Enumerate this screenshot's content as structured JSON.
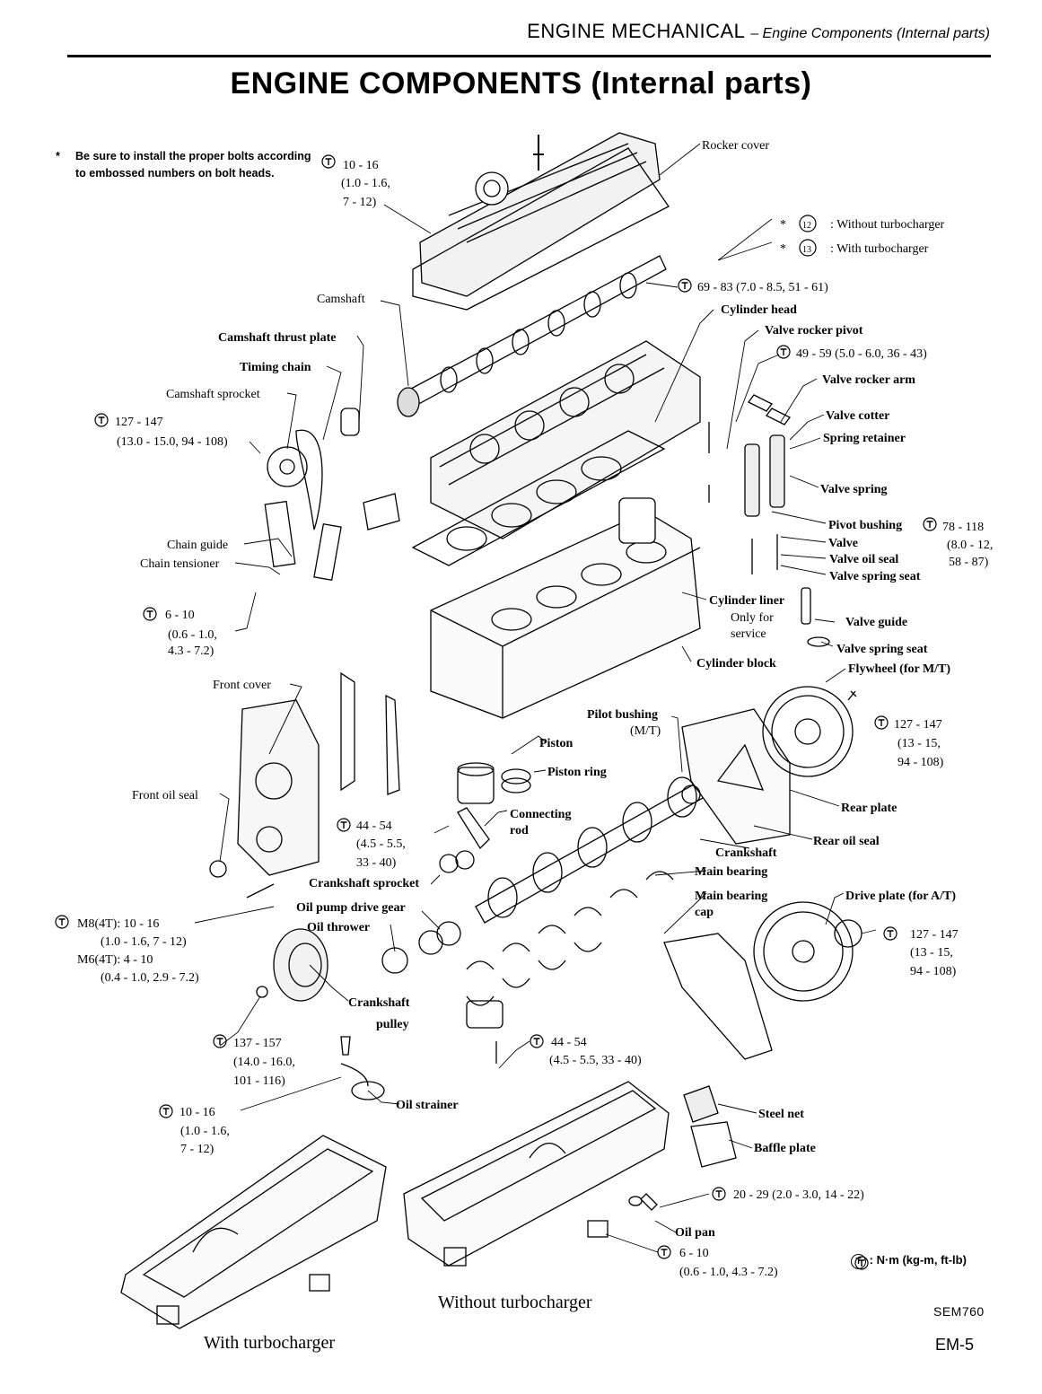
{
  "header": {
    "section": "ENGINE MECHANICAL",
    "subsection": "– Engine Components (Internal parts)"
  },
  "title": "ENGINE COMPONENTS (Internal parts)",
  "note": {
    "bullet": "*",
    "text": "Be sure to install the proper bolts according to embossed numbers on bolt heads."
  },
  "bolt_marks": {
    "m12": {
      "mark": "*",
      "num": "12",
      "text": ": Without turbocharger"
    },
    "m13": {
      "mark": "*",
      "num": "13",
      "text": ": With turbocharger"
    }
  },
  "labels": {
    "rocker_cover": "Rocker cover",
    "camshaft": "Camshaft",
    "camshaft_thrust_plate": "Camshaft thrust plate",
    "timing_chain": "Timing chain",
    "camshaft_sprocket": "Camshaft sprocket",
    "cylinder_head": "Cylinder head",
    "valve_rocker_pivot": "Valve rocker pivot",
    "valve_rocker_arm": "Valve rocker arm",
    "valve_cotter": "Valve cotter",
    "spring_retainer": "Spring retainer",
    "valve_spring": "Valve spring",
    "pivot_bushing": "Pivot bushing",
    "valve": "Valve",
    "valve_oil_seal": "Valve oil seal",
    "valve_spring_seat_upper": "Valve spring seat",
    "cylinder_liner": "Cylinder liner",
    "only_for": "Only for",
    "service": "service",
    "valve_guide": "Valve guide",
    "valve_spring_seat": "Valve spring seat",
    "cylinder_block": "Cylinder block",
    "flywheel": "Flywheel (for M/T)",
    "chain_guide": "Chain guide",
    "chain_tensioner": "Chain tensioner",
    "front_cover": "Front cover",
    "front_oil_seal": "Front oil seal",
    "pilot_bushing": "Pilot bushing",
    "pilot_bushing_mt": "(M/T)",
    "piston": "Piston",
    "piston_ring": "Piston ring",
    "connecting": "Connecting",
    "rod": "rod",
    "rear_plate": "Rear plate",
    "rear_oil_seal": "Rear oil seal",
    "crankshaft": "Crankshaft",
    "crankshaft_sprocket": "Crankshaft sprocket",
    "oil_pump_drive_gear": "Oil pump drive gear",
    "oil_thrower": "Oil thrower",
    "main_bearing": "Main bearing",
    "main_bearing_cap_1": "Main bearing",
    "main_bearing_cap_2": "cap",
    "drive_plate": "Drive plate (for A/T)",
    "crankshaft_pulley_1": "Crankshaft",
    "crankshaft_pulley_2": "pulley",
    "oil_strainer": "Oil strainer",
    "steel_net": "Steel net",
    "baffle_plate": "Baffle plate",
    "oil_pan": "Oil pan"
  },
  "torques": {
    "rocker_bolt": [
      "10 - 16",
      "(1.0 - 1.6,",
      "7 - 12)"
    ],
    "head_bolt": "69 - 83 (7.0 - 8.5, 51 - 61)",
    "pivot": "49 - 59 (5.0 - 6.0, 36 - 43)",
    "pivot_bushing": [
      "78 - 118",
      "(8.0 - 12,",
      "58 - 87)"
    ],
    "cam_sprocket": [
      "127 - 147",
      "(13.0 - 15.0, 94 - 108)"
    ],
    "tensioner": [
      "6 - 10",
      "(0.6 - 1.0,",
      "4.3 - 7.2)"
    ],
    "flywheel": [
      "127 - 147",
      "(13 - 15,",
      "94 - 108)"
    ],
    "conrod": [
      "44 - 54",
      "(4.5 - 5.5,",
      "33 - 40)"
    ],
    "m8": [
      "M8(4T):   10 - 16",
      "(1.0 - 1.6, 7 - 12)",
      "M6(4T):   4 - 10",
      "(0.4 - 1.0, 2.9 - 7.2)"
    ],
    "drive_plate": [
      "127 - 147",
      "(13 - 15,",
      "94 - 108)"
    ],
    "pulley": [
      "137 - 157",
      "(14.0 - 16.0,",
      "101 - 116)"
    ],
    "main_cap": [
      "44 - 54",
      "(4.5 - 5.5, 33 - 40)"
    ],
    "oil_pan": [
      "10 - 16",
      "(1.0 - 1.6,",
      "7 - 12)"
    ],
    "drain_plug": "20 - 29 (2.0 - 3.0, 14 - 22)",
    "baffle": [
      "6 - 10",
      "(0.6 - 1.0, 4.3 - 7.2)"
    ]
  },
  "captions": {
    "without_turbo": "Without turbocharger",
    "with_turbo": "With turbocharger"
  },
  "legend": {
    "symbol": "T",
    "text": ": N·m (kg-m, ft-lb)"
  },
  "code": "SEM760",
  "page_number": "EM-5"
}
